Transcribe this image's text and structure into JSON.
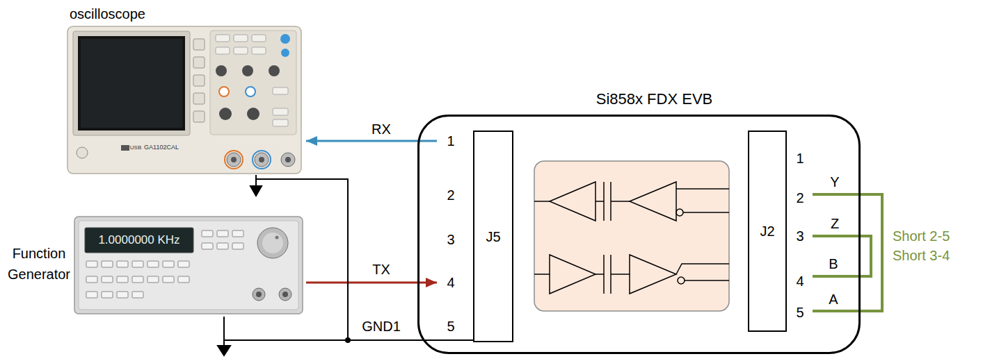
{
  "diagram": {
    "nodes": [
      {
        "text": [
          "oscilloscope"
        ]
      },
      {
        "text": [
          "Function Generator"
        ]
      },
      {
        "text": [
          "Si858x FDX EVB"
        ]
      },
      {
        "text": [
          "J5"
        ],
        "in": 2
      },
      {
        "text": [
          "J2"
        ],
        "in": 2
      }
    ],
    "edges": [
      {
        "from": 3,
        "to": 0,
        "arrow": "to",
        "label": "RX"
      },
      {
        "from": 1,
        "to": 3,
        "arrow": "to",
        "label": "TX"
      },
      {
        "from": 0,
        "to": 3,
        "arrow": "none"
      },
      {
        "from": 1,
        "to": 3,
        "arrow": "none",
        "label": "GND1"
      }
    ],
    "labels": [
      "1",
      "2",
      "3",
      "4",
      "5",
      "1",
      "2",
      "3",
      "4",
      "5",
      "Y",
      "Z",
      "B",
      "A",
      "Short 2-5",
      "Short 3-4",
      "1.0000000 KHz",
      "USB",
      "GA1102CAL"
    ]
  }
}
